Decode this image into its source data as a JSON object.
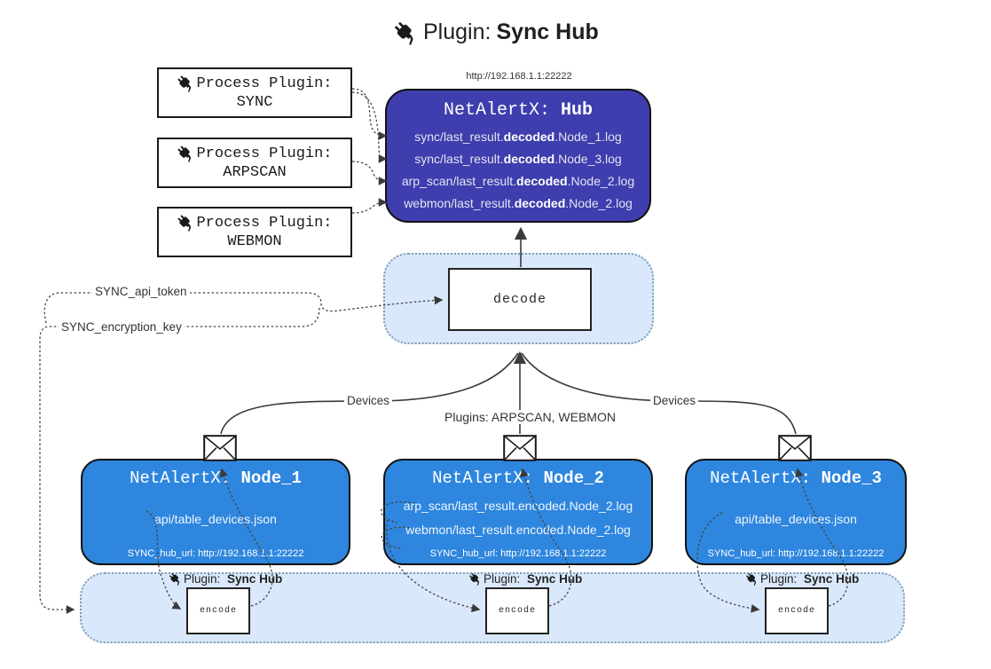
{
  "title": {
    "prefix": "Plugin:",
    "name": "Sync Hub"
  },
  "hub": {
    "url_label": "http://192.168.1.1:22222",
    "title_prefix": "NetAlertX:",
    "title_name": "Hub",
    "lines": [
      {
        "pre": "sync/last_result.",
        "bold": "decoded",
        "post": ".Node_1.log"
      },
      {
        "pre": "sync/last_result.",
        "bold": "decoded",
        "post": ".Node_3.log"
      },
      {
        "pre": "arp_scan/last_result.",
        "bold": "decoded",
        "post": ".Node_2.log"
      },
      {
        "pre": "webmon/last_result.",
        "bold": "decoded",
        "post": ".Node_2.log"
      }
    ]
  },
  "process_plugins": [
    {
      "label": "Process Plugin:",
      "name": "SYNC"
    },
    {
      "label": "Process Plugin:",
      "name": "ARPSCAN"
    },
    {
      "label": "Process Plugin:",
      "name": "WEBMON"
    }
  ],
  "decode": {
    "box_label": "decode",
    "api_token_label": "SYNC_api_token",
    "encryption_key_label": "SYNC_encryption_key"
  },
  "edges": {
    "devices_left": "Devices",
    "devices_right": "Devices",
    "plugins_mid": "Plugins: ARPSCAN, WEBMON"
  },
  "nodes": [
    {
      "title_prefix": "NetAlertX:",
      "title_name": "Node_1",
      "line1": "api/table_devices.json",
      "line2": "",
      "hub_url": "SYNC_hub_url: http://192.168.1.1:22222"
    },
    {
      "title_prefix": "NetAlertX:",
      "title_name": "Node_2",
      "line1": "arp_scan/last_result.encoded.Node_2.log",
      "line2": "webmon/last_result.encoded.Node_2.log",
      "hub_url": "SYNC_hub_url: http://192.168.1.1:22222"
    },
    {
      "title_prefix": "NetAlertX:",
      "title_name": "Node_3",
      "line1": "api/table_devices.json",
      "line2": "",
      "hub_url": "SYNC_hub_url: http://192.168.1.1:22222"
    }
  ],
  "encoders": [
    {
      "plugin_label": "Plugin:",
      "plugin_name": "Sync Hub",
      "box_label": "encode"
    },
    {
      "plugin_label": "Plugin:",
      "plugin_name": "Sync Hub",
      "box_label": "encode"
    },
    {
      "plugin_label": "Plugin:",
      "plugin_name": "Sync Hub",
      "box_label": "encode"
    }
  ],
  "colors": {
    "hub_fill": "#3E3EAE",
    "node_fill": "#2E86DE",
    "container_fill": "#D9E8FA",
    "container_border": "#7F9DB9",
    "line": "#3A3A3A"
  }
}
